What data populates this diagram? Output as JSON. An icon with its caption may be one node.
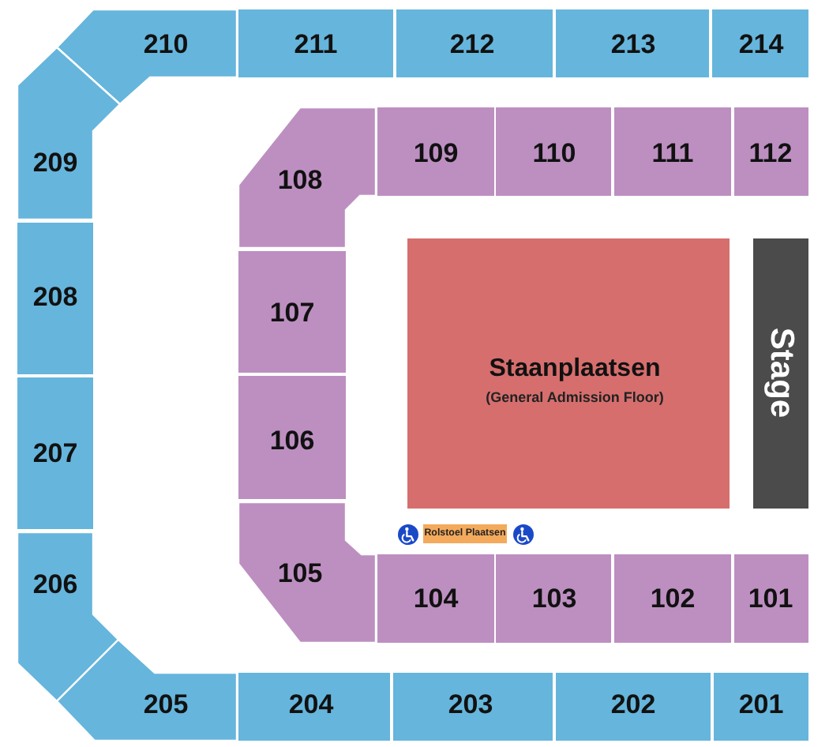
{
  "diagram": {
    "nodes": [
      {
        "text": [
          "210"
        ]
      },
      {
        "text": [
          "211"
        ]
      },
      {
        "text": [
          "212"
        ]
      },
      {
        "text": [
          "213"
        ]
      },
      {
        "text": [
          "214"
        ]
      },
      {
        "text": [
          "209"
        ]
      },
      {
        "text": [
          "108"
        ]
      },
      {
        "text": [
          "109"
        ]
      },
      {
        "text": [
          "110"
        ]
      },
      {
        "text": [
          "111"
        ]
      },
      {
        "text": [
          "112"
        ]
      },
      {
        "text": [
          "208"
        ]
      },
      {
        "text": [
          "107"
        ]
      },
      {
        "text": [
          "Staanplaatsen",
          "(General Admission Floor)"
        ]
      },
      {
        "text": [
          "Stage"
        ]
      },
      {
        "text": [
          "207"
        ]
      },
      {
        "text": [
          "106"
        ]
      },
      {
        "text": [
          "Rolstoel Plaatsen"
        ]
      },
      {
        "text": [
          "206"
        ]
      },
      {
        "text": [
          "105"
        ]
      },
      {
        "text": [
          "104"
        ]
      },
      {
        "text": [
          "103"
        ]
      },
      {
        "text": [
          "102"
        ]
      },
      {
        "text": [
          "101"
        ]
      },
      {
        "text": [
          "205"
        ]
      },
      {
        "text": [
          "204"
        ]
      },
      {
        "text": [
          "203"
        ]
      },
      {
        "text": [
          "202"
        ]
      },
      {
        "text": [
          "201"
        ]
      }
    ]
  }
}
